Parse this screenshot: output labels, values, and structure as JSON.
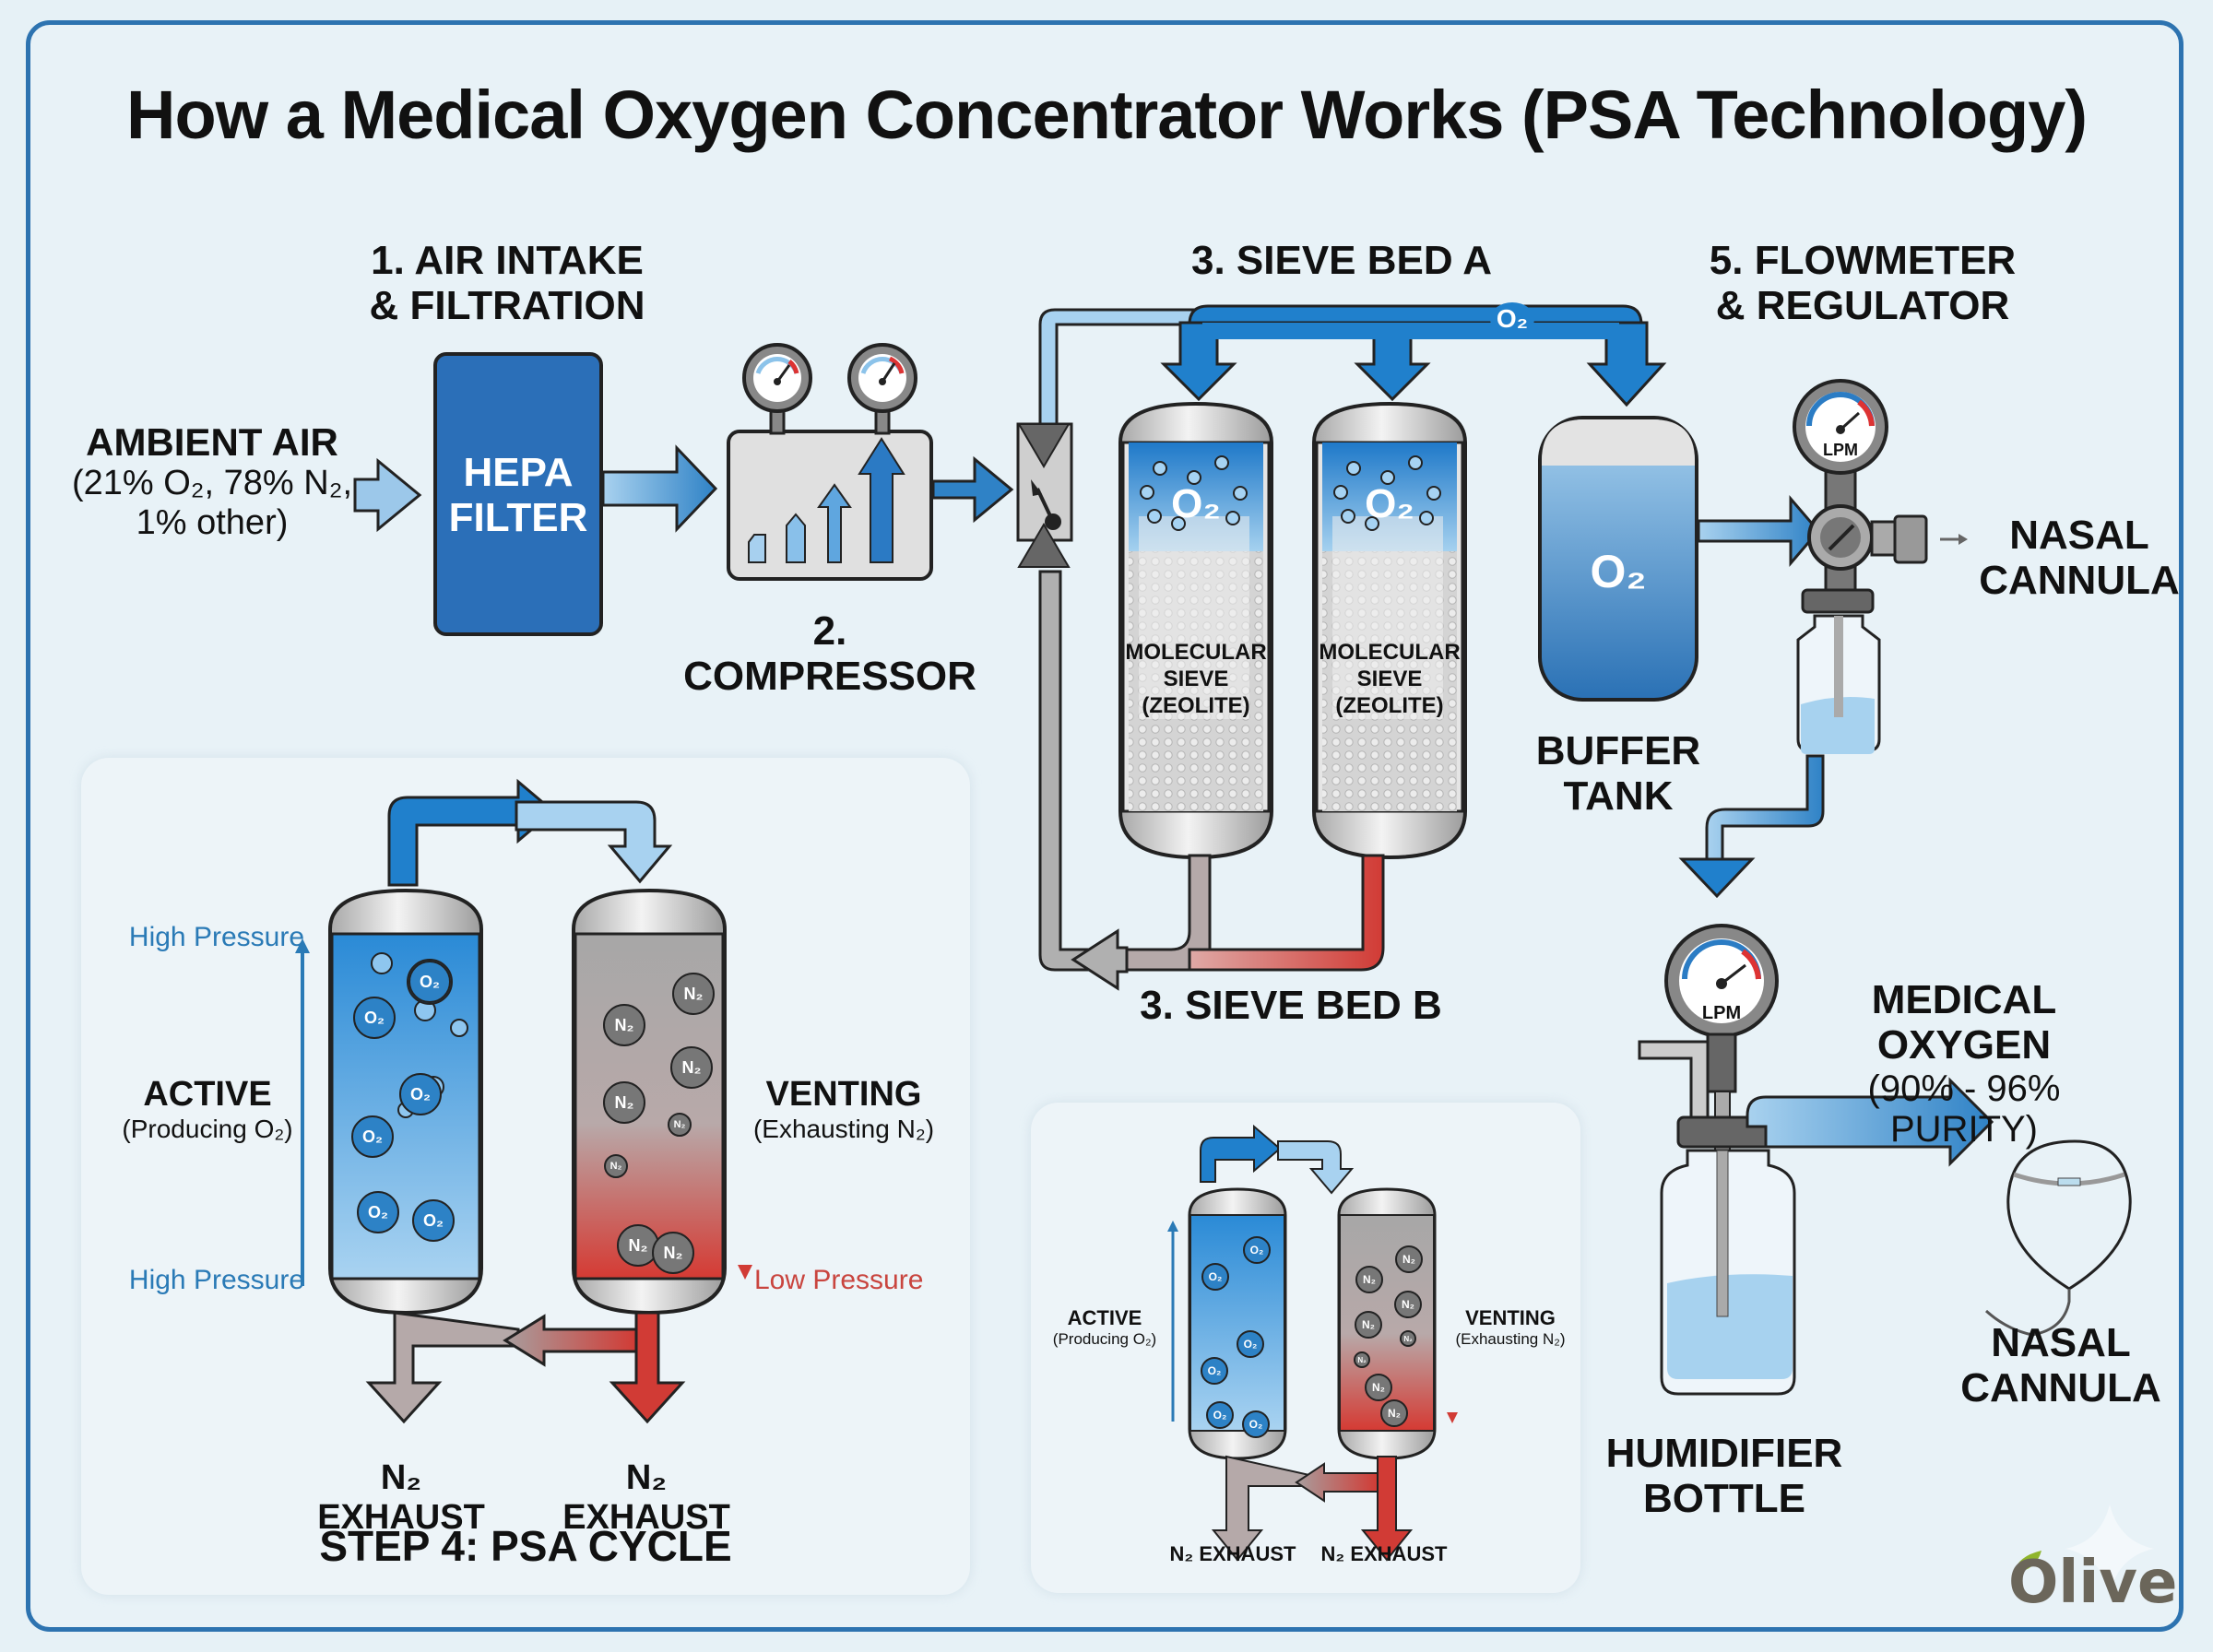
{
  "title": "How a Medical Oxygen Concentrator Works (PSA Technology)",
  "ambient_air": {
    "label": "AMBIENT AIR",
    "composition_line1": "(21% O₂, 78% N₂,",
    "composition_line2": "1% other)"
  },
  "step1": {
    "line1": "1. AIR INTAKE",
    "line2": "& FILTRATION",
    "filter_line1": "HEPA",
    "filter_line2": "FILTER"
  },
  "step2": {
    "label": "2. COMPRESSOR"
  },
  "step3a": {
    "label": "3. SIEVE BED A"
  },
  "step3b": {
    "label": "3. SIEVE BED B"
  },
  "sieve_beds": [
    {
      "gas": "O₂",
      "media_line1": "MOLECULAR",
      "media_line2": "SIEVE",
      "media_line3": "(ZEOLITE)"
    },
    {
      "gas": "O₂",
      "media_line1": "MOLECULAR",
      "media_line2": "SIEVE",
      "media_line3": "(ZEOLITE)"
    }
  ],
  "pipe_o2_badge": "O₂",
  "buffer_tank": {
    "gas": "O₂",
    "line1": "BUFFER",
    "line2": "TANK"
  },
  "step5": {
    "line1": "5. FLOWMETER",
    "line2": "& REGULATOR",
    "gauge_unit": "LPM"
  },
  "nasal_cannula_top": {
    "line1": "NASAL",
    "line2": "CANNULA"
  },
  "medical_oxygen": {
    "label": "MEDICAL OXYGEN",
    "purity": "(90% - 96% PURITY)",
    "gauge_unit": "LPM"
  },
  "humidifier": {
    "line1": "HUMIDIFIER",
    "line2": "BOTTLE"
  },
  "nasal_cannula_bottom": {
    "line1": "NASAL",
    "line2": "CANNULA"
  },
  "psa_cycle": {
    "title": "STEP 4: PSA CYCLE",
    "active_label": "ACTIVE",
    "active_sub": "(Producing O₂)",
    "venting_label": "VENTING",
    "venting_sub": "(Exhausting N₂)",
    "high_pressure_top": "High Pressure",
    "high_pressure_bottom": "High Pressure",
    "low_pressure": "Low Pressure",
    "exhaust_left": "N₂ EXHAUST",
    "exhaust_right": "N₂ EXHAUST",
    "o2_molecule": "O₂",
    "n2_molecule": "N₂"
  },
  "psa_cycle_small": {
    "active_label": "ACTIVE",
    "active_sub": "(Producing O₂)",
    "venting_label": "VENTING",
    "venting_sub": "(Exhausting N₂)",
    "exhaust_left": "N₂ EXHAUST",
    "exhaust_right": "N₂ EXHAUST"
  },
  "brand": {
    "name": "Olive",
    "text_color": "#6b665a",
    "leaf_color": "#8fb52c"
  },
  "colors": {
    "frame": "#2d73b0",
    "o2_blue": "#2a7ab6",
    "n2_red": "#d13b35",
    "filter_blue": "#2b6fb8"
  }
}
